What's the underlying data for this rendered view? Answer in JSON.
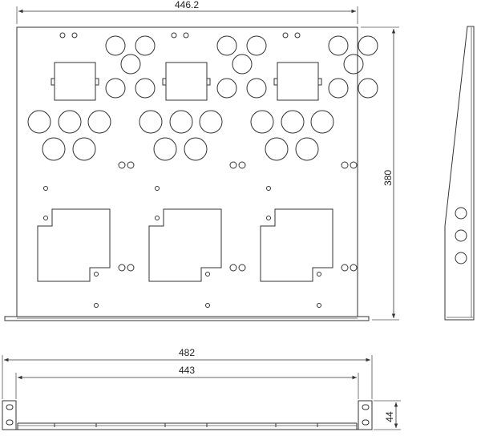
{
  "dimensions": {
    "panel_width": "446.2",
    "panel_height": "380",
    "rack_width": "482",
    "inner_width": "443",
    "unit_height": "44"
  }
}
